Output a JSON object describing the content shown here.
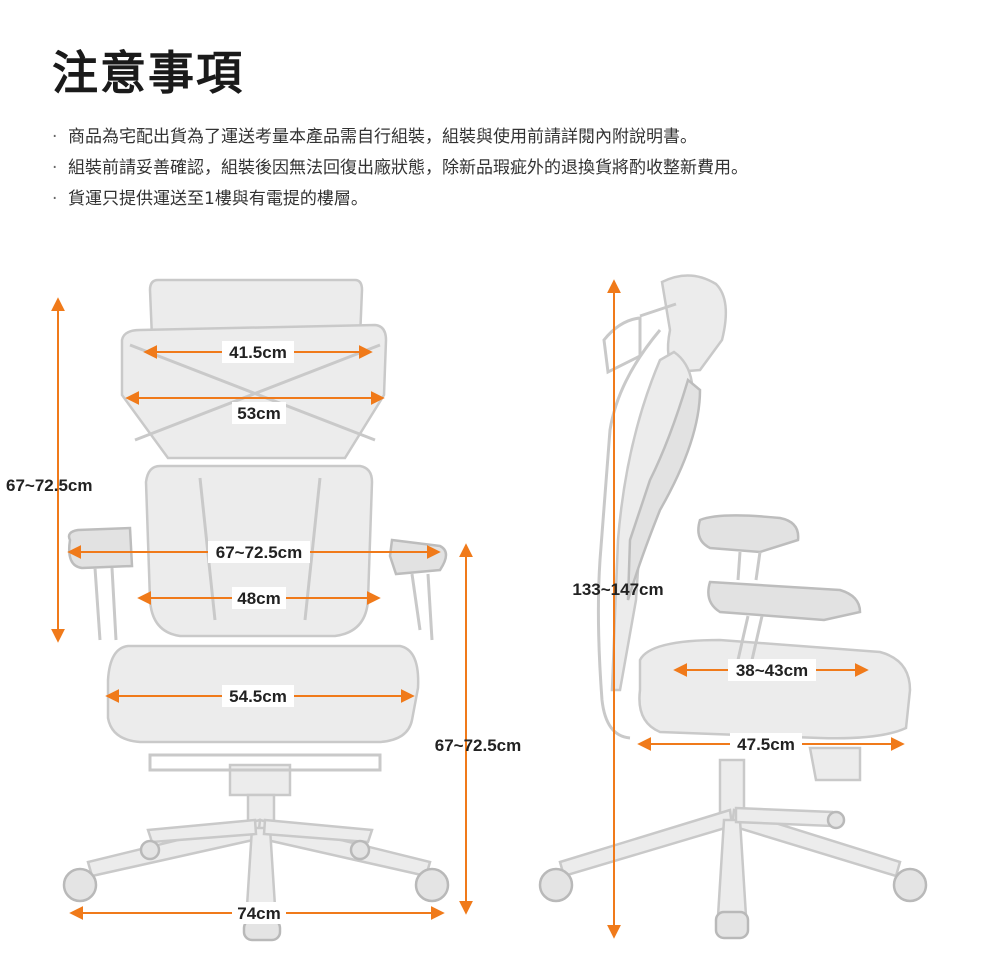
{
  "title": "注意事項",
  "notes": [
    "商品為宅配出貨為了運送考量本產品需自行組裝，組裝與使用前請詳閱內附說明書。",
    "組裝前請妥善確認，組裝後因無法回復出廠狀態，除新品瑕疵外的退換貨將酌收整新費用。",
    "貨運只提供運送至1樓與有電提的樓層。"
  ],
  "bullet": "·",
  "colors": {
    "arrow": "#f07a1a",
    "chair": "#c9c9c9"
  },
  "dimensions": {
    "front": {
      "headrest_width": "41.5cm",
      "back_width": "53cm",
      "back_height": "67~72.5cm",
      "armrest_span": "67~72.5cm",
      "lumbar_width": "48cm",
      "seat_width": "54.5cm",
      "seat_height": "67~72.5cm",
      "base_width": "74cm"
    },
    "side": {
      "total_height": "133~147cm",
      "seat_depth": "38~43cm",
      "depth": "47.5cm"
    }
  }
}
